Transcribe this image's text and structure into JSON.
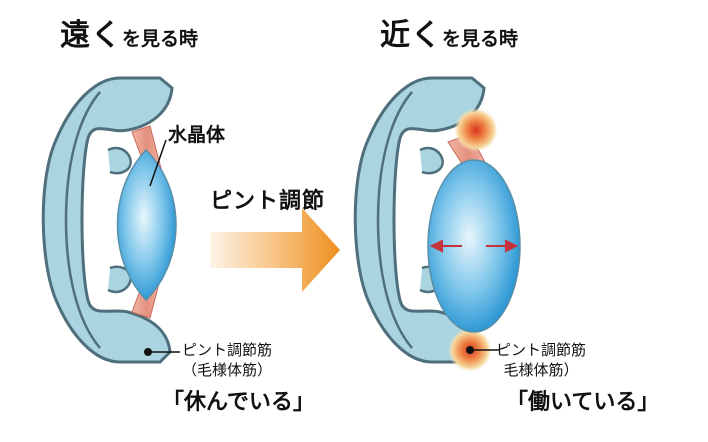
{
  "titles": {
    "far": {
      "main": "遠く",
      "sub": "を見る時"
    },
    "near": {
      "main": "近く",
      "sub": "を見る時"
    }
  },
  "labels": {
    "lens": "水晶体",
    "focus_adjust": "ピント調節",
    "muscle_left_line1": "ピント調節筋",
    "muscle_left_line2": "（毛様体筋）",
    "muscle_right_line1": "ピント調節筋",
    "muscle_right_line2": "毛様体筋）",
    "state_relaxed": "「休んでいる」",
    "state_working": "「働いている」"
  },
  "colors": {
    "eye_wall": "#a9d4e0",
    "eye_outline": "#4f6f7c",
    "lens_center": "#e8f6fc",
    "lens_edge": "#1f8fd1",
    "muscle": "#e4907e",
    "arrow_start": "#fbe9d2",
    "arrow_end": "#ee8f1d",
    "glow": "#e8492a",
    "force_arrow": "#c6323b"
  },
  "icons": [
    "ciliary-muscle-glow",
    "expansion-arrows",
    "focus-arrow"
  ]
}
